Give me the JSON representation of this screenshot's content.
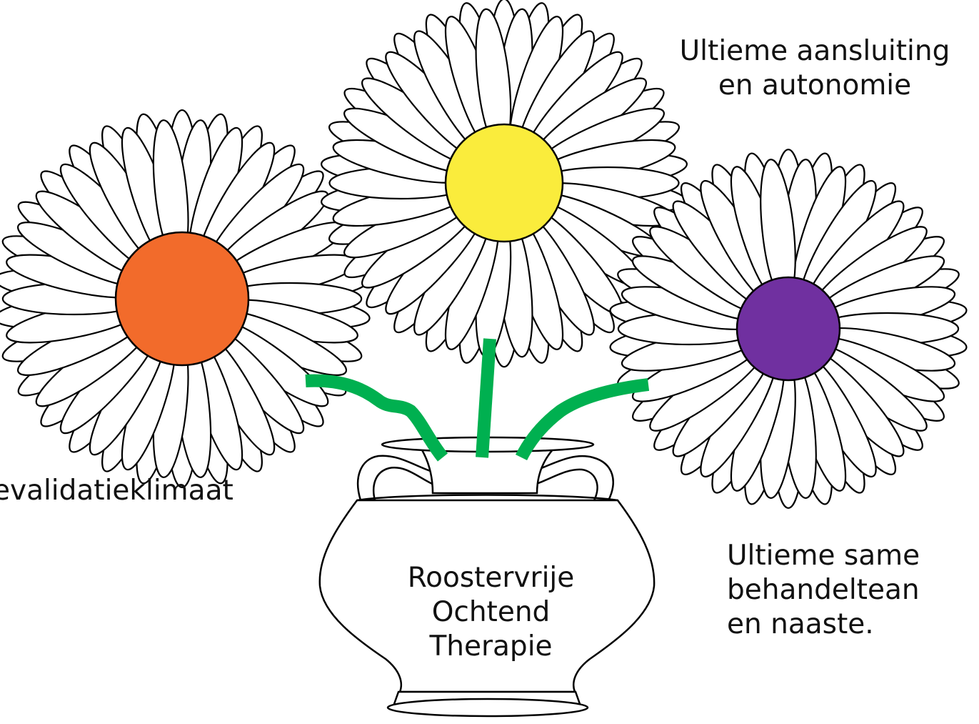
{
  "flowers": [
    {
      "id": "left",
      "center_color": "#F26B2B"
    },
    {
      "id": "middle",
      "center_color": "#FAEC3C"
    },
    {
      "id": "right",
      "center_color": "#7030A0"
    }
  ],
  "stem_color": "#00B050",
  "labels": {
    "top_right": [
      "Ultieme aansluiting",
      "en autonomie"
    ],
    "left": "evalidatieklimaat",
    "right": [
      "Ultieme same",
      "behandeltean",
      "en naaste."
    ],
    "vase": [
      "Roostervrije",
      "Ochtend",
      "Therapie"
    ]
  }
}
